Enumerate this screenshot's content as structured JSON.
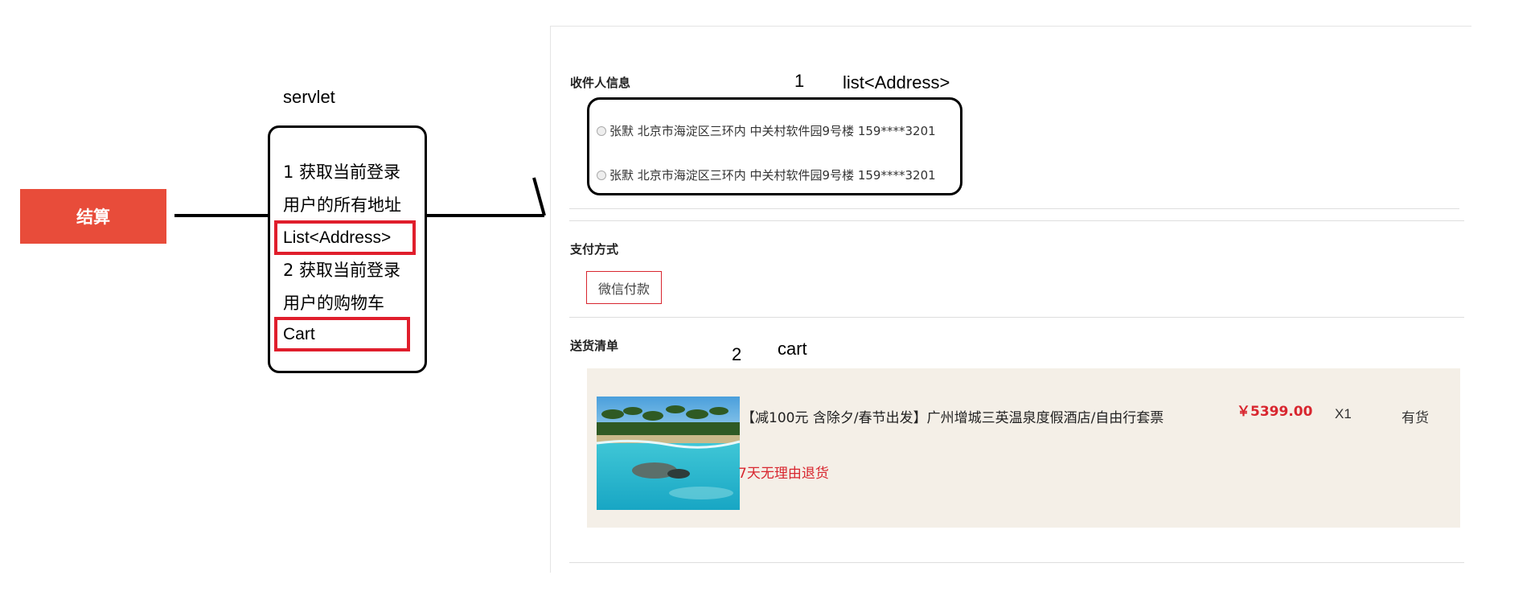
{
  "checkout_button": "结算",
  "servlet": {
    "label": "servlet",
    "lines": [
      "1 获取当前登录",
      "用户的所有地址",
      "List<Address>",
      "2 获取当前登录",
      "用户的购物车",
      "Cart"
    ]
  },
  "panel": {
    "address_section": {
      "title": "收件人信息",
      "annotation_number": "1",
      "annotation_label": "list<Address>",
      "addresses": [
        "张默 北京市海淀区三环内 中关村软件园9号楼 159****3201",
        "张默 北京市海淀区三环内 中关村软件园9号楼 159****3201"
      ]
    },
    "payment_section": {
      "title": "支付方式",
      "method": "微信付款"
    },
    "delivery_section": {
      "title": "送货清单",
      "annotation_number": "2",
      "annotation_label": "cart",
      "item": {
        "title": "【减100元 含除夕/春节出发】广州增城三英温泉度假酒店/自由行套票",
        "badge": "7天无理由退货",
        "price": "￥5399.00",
        "quantity": "X1",
        "stock": "有货"
      }
    }
  },
  "colors": {
    "checkout_red": "#e84c3a",
    "highlight_red": "#e01e2c",
    "price_red": "#d8262f",
    "card_bg": "#f4efe7"
  }
}
